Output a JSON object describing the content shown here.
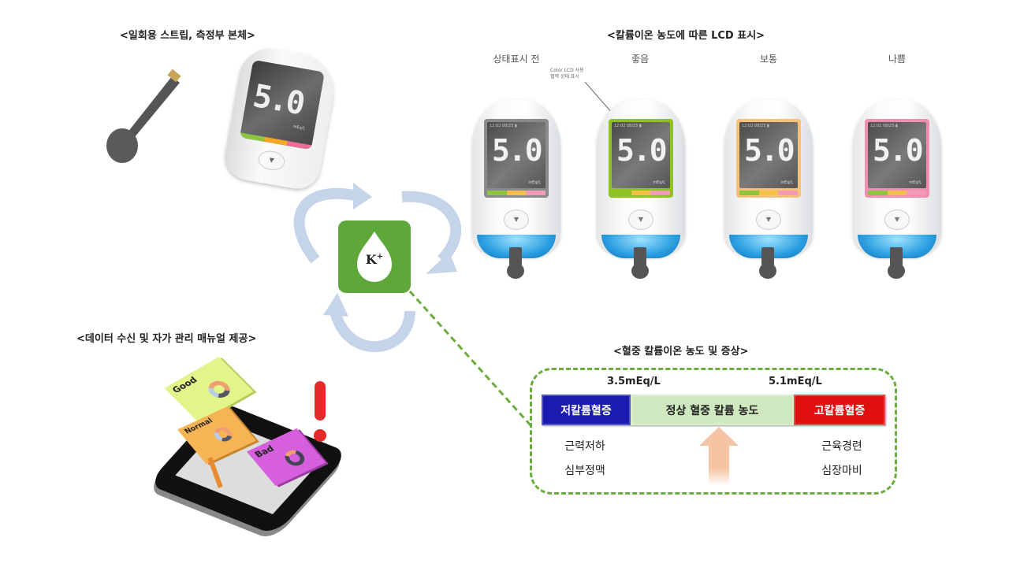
{
  "sections": {
    "strip_meter": {
      "title": "<일회용 스트립, 측정부 본체>"
    },
    "lcd_display": {
      "title": "<칼륨이온 농도에 따른 LCD 표시>"
    },
    "app": {
      "title": "<데이터 수신 및 자가 관리 매뉴얼 제공>"
    },
    "levels": {
      "title": "<혈중 칼륨이온 농도 및 증상>"
    }
  },
  "main_meter": {
    "reading": "5.0",
    "unit": "mEq/L"
  },
  "annotation": {
    "line1": "Color LCD 사용",
    "line2": "혈액 상태 표시"
  },
  "devices": [
    {
      "state": "상태표시 전",
      "reading": "5.0",
      "unit": "mEq/L",
      "frame_color": "#8a8a8a"
    },
    {
      "state": "좋음",
      "reading": "5.0",
      "unit": "mEq/L",
      "frame_color": "#8fc31f"
    },
    {
      "state": "보통",
      "reading": "5.0",
      "unit": "mEq/L",
      "frame_color": "#f6c27a"
    },
    {
      "state": "나쁨",
      "reading": "5.0",
      "unit": "mEq/L",
      "frame_color": "#f08fb0"
    }
  ],
  "center_icon": {
    "label": "K",
    "superscript": "+",
    "color": "#5ea83a"
  },
  "phone_cards": [
    {
      "label": "Good",
      "color": "#e2f58a"
    },
    {
      "label": "Normal",
      "color": "#f7b455"
    },
    {
      "label": "Bad",
      "color": "#d55fdc"
    }
  ],
  "scale": {
    "low_threshold": "3.5mEq/L",
    "high_threshold": "5.1mEq/L",
    "segments": [
      {
        "label": "저칼륨혈증",
        "color": "#1b1bb0"
      },
      {
        "label": "정상 혈중 칼륨 농도",
        "color": "#cfe8bf"
      },
      {
        "label": "고칼륨혈증",
        "color": "#e01010"
      }
    ],
    "low_symptoms": [
      "근력저하",
      "심부정맥"
    ],
    "high_symptoms": [
      "근육경련",
      "심장마비"
    ]
  }
}
